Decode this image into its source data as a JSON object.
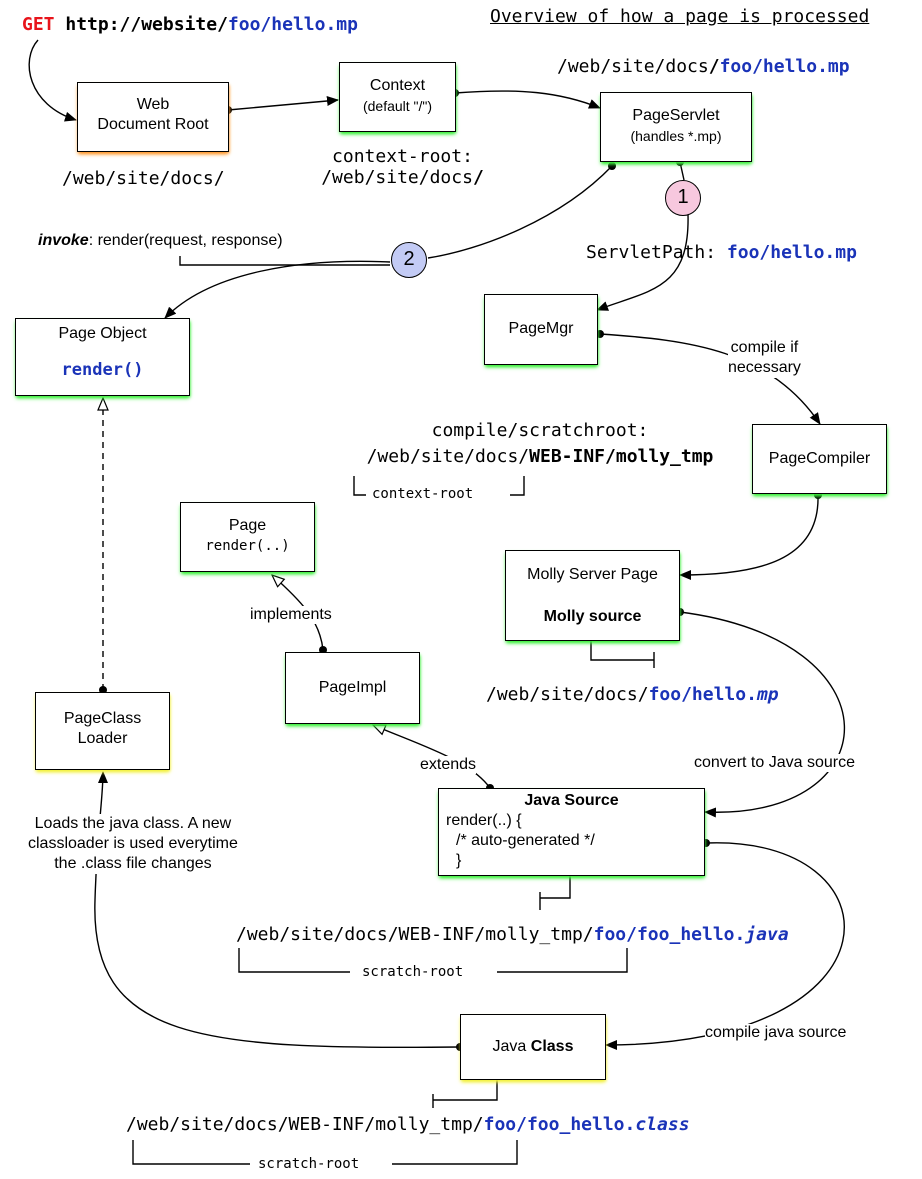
{
  "title": "Overview of how a page is processed",
  "request": {
    "method": "GET",
    "host": "http://website/",
    "path": "foo/hello.mp"
  },
  "boxes": {
    "web_doc_root": "Web\nDocument Root",
    "context_line1": "Context",
    "context_line2": "(default \"/\")",
    "page_servlet_line1": "PageServlet",
    "page_servlet_line2": "(handles  *.mp)",
    "page_object_title": "Page Object",
    "page_object_method": "render()",
    "page_mgr": "PageMgr",
    "page_compiler": "PageCompiler",
    "page_iface_title": "Page",
    "page_iface_method": "render(..)",
    "molly_line1": "Molly Server Page",
    "molly_line2": "Molly source",
    "page_impl": "PageImpl",
    "class_loader_line1": "PageClass",
    "class_loader_line2": "Loader",
    "java_source_title": "Java Source",
    "java_source_code1": "render(..) {",
    "java_source_code2": "/* auto-generated */",
    "java_source_code3": "}",
    "java_class_prefix": "Java ",
    "java_class_bold": "Class"
  },
  "paths": {
    "doc_root": "/web/site/docs/",
    "context_root_label": "context-root:",
    "context_root_value": "/web/site/docs",
    "context_root_slash": "/",
    "servlet_base": "/web/site/docs",
    "servlet_slash": "/",
    "servlet_file": "foo/hello.mp",
    "servlet_path_label": "ServletPath: ",
    "servlet_path_value": "foo/hello.mp",
    "scratch_label": "compile/scratchroot:",
    "scratch_base": "/web/site/docs/",
    "scratch_bold": "WEB-INF/molly_tmp",
    "context_root_brace": "context-root",
    "molly_base": "/web/site/docs/",
    "molly_file": "foo/hello.",
    "molly_ext": "mp",
    "java_base": "/web/site/docs/WEB-INF/molly_tmp/",
    "java_file": "foo/foo_hello.",
    "java_ext": "java",
    "scratch_root_1": "scratch-root",
    "class_base": "/web/site/docs/WEB-INF/molly_tmp/",
    "class_file": "foo/foo_hello.",
    "class_ext": "class",
    "scratch_root_2": "scratch-root"
  },
  "labels": {
    "invoke_bold": "invoke",
    "invoke_rest": ": render(request, response)",
    "step1": "1",
    "step2": "2",
    "compile_if_line1": "compile if",
    "compile_if_line2": "necessary",
    "implements": "implements",
    "extends": "extends",
    "convert": "convert to Java source",
    "loads_line1": "Loads the java class. A new",
    "loads_line2": "classloader is used everytime",
    "loads_line3": "the .class file changes",
    "compile_java": "compile java source"
  },
  "colors": {
    "accent_blue": "#1a33b8",
    "get_red": "#e8141b",
    "step1_fill": "#f7c8de",
    "step2_fill": "#c3cbf5",
    "glow_green": "#3cf03c",
    "glow_orange": "#ff9a2e",
    "glow_yellow": "#f2f03a"
  }
}
